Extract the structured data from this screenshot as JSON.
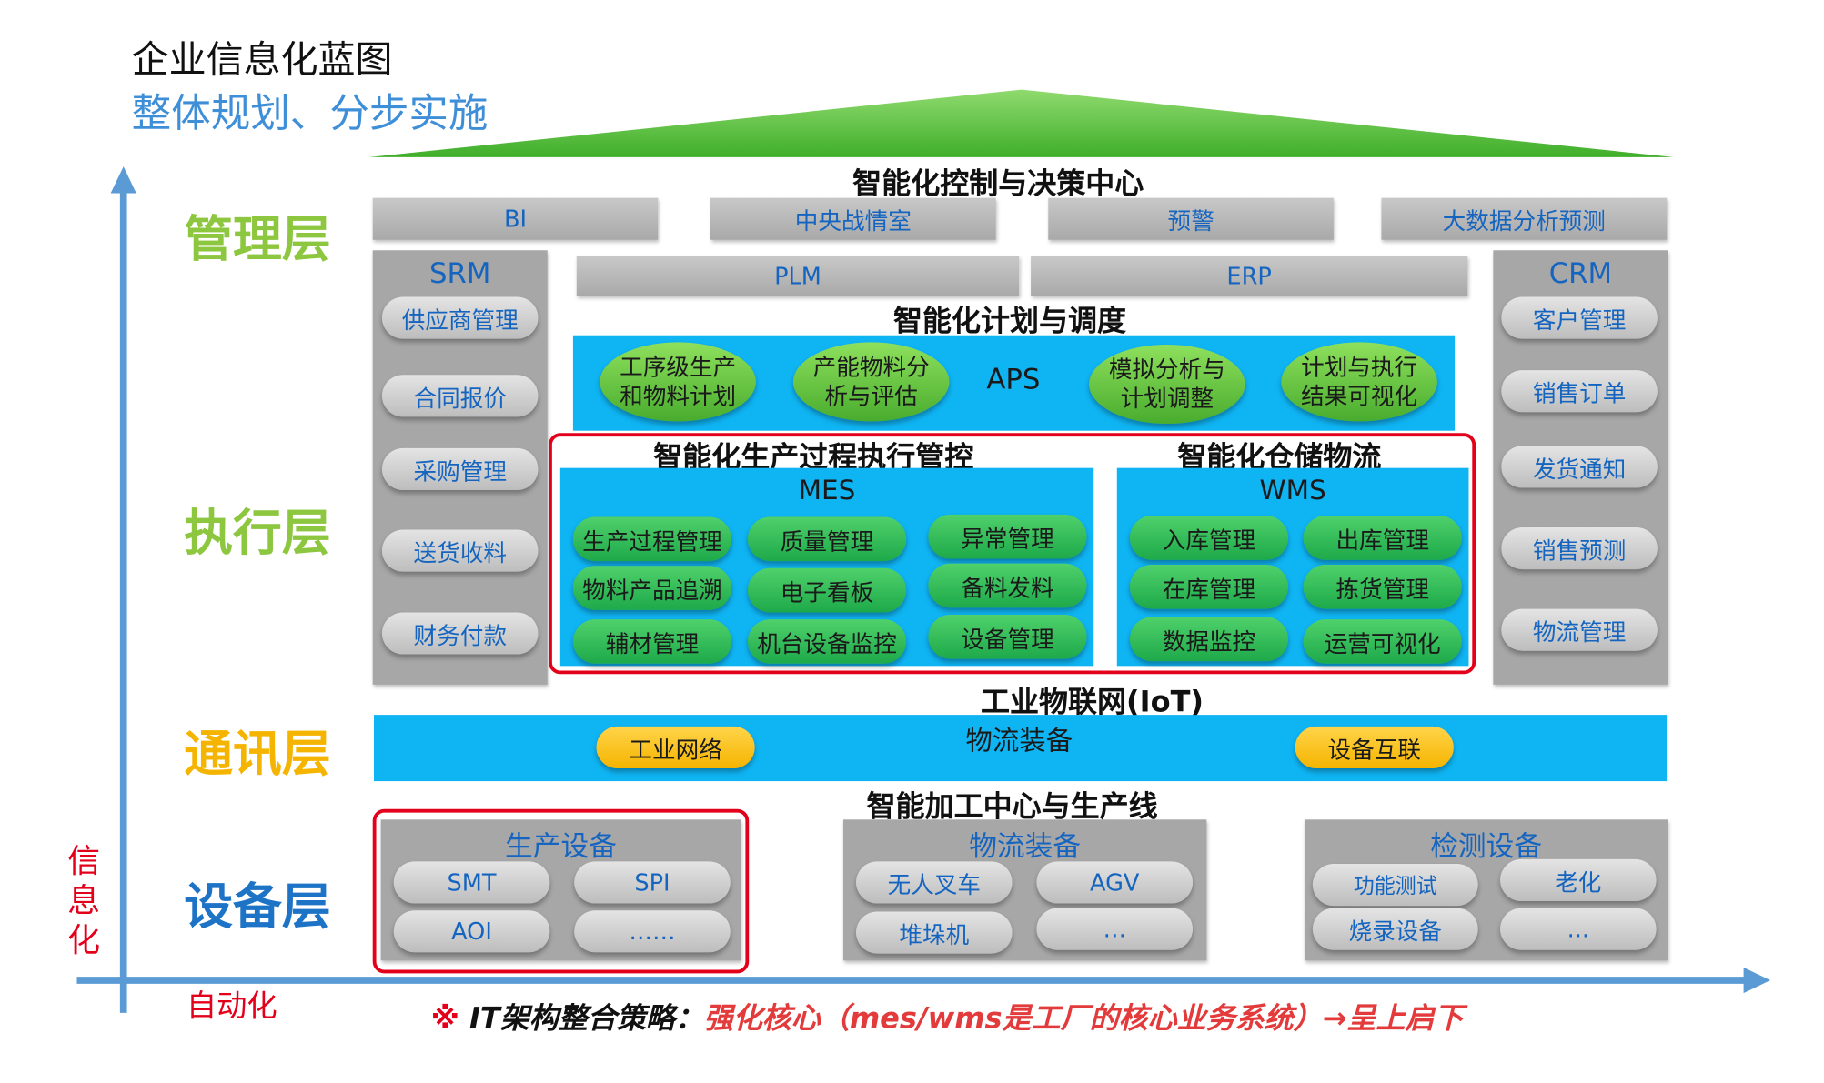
{
  "header": {
    "title": "企业信息化蓝图",
    "subtitle": "整体规划、分步实施"
  },
  "axes": {
    "y_label": [
      "信",
      "息",
      "化"
    ],
    "x_label": "自动化"
  },
  "layers": {
    "management": "管理层",
    "execution": "执行层",
    "communication": "通讯层",
    "equipment": "设备层"
  },
  "control_center": {
    "title": "智能化控制与决策中心",
    "items": [
      "BI",
      "中央战情室",
      "预警",
      "大数据分析预测"
    ]
  },
  "srm": {
    "title": "SRM",
    "items": [
      "供应商管理",
      "合同报价",
      "采购管理",
      "送货收料",
      "财务付款"
    ]
  },
  "crm": {
    "title": "CRM",
    "items": [
      "客户管理",
      "销售订单",
      "发货通知",
      "销售预测",
      "物流管理"
    ]
  },
  "plm": "PLM",
  "erp": "ERP",
  "planning": {
    "title": "智能化计划与调度",
    "center": "APS",
    "items": [
      "工序级生产和物料计划",
      "产能物料分析与评估",
      "模拟分析与计划调整",
      "计划与执行结果可视化"
    ]
  },
  "mes": {
    "section": "智能化生产过程执行管控",
    "title": "MES",
    "items": [
      "生产过程管理",
      "质量管理",
      "异常管理",
      "物料产品追溯",
      "电子看板",
      "备料发料",
      "辅材管理",
      "机台设备监控",
      "设备管理"
    ]
  },
  "wms": {
    "section": "智能化仓储物流",
    "title": "WMS",
    "items": [
      "入库管理",
      "出库管理",
      "在库管理",
      "拣货管理",
      "数据监控",
      "运营可视化"
    ]
  },
  "iot": {
    "title": "工业物联网(IoT)",
    "center": "物流装备",
    "left": "工业网络",
    "right": "设备互联"
  },
  "equipment": {
    "title": "智能加工中心与生产线",
    "production": {
      "title": "生产设备",
      "items": [
        "SMT",
        "SPI",
        "AOI",
        "……"
      ]
    },
    "logistics": {
      "title": "物流装备",
      "items": [
        "无人叉车",
        "AGV",
        "堆垛机",
        "…"
      ]
    },
    "inspection": {
      "title": "检测设备",
      "items": [
        "功能测试",
        "老化",
        "烧录设备",
        "..."
      ]
    }
  },
  "strategy": {
    "prefix": "※ IT架构整合策略：",
    "text": "强化核心（mes/wms是工厂的核心业务系统）→呈上启下"
  },
  "colors": {
    "axis_blue": "#5b9bd5",
    "accent_blue": "#0fb4f3",
    "pill_green": "#2ebd50",
    "oval_green": "#6cc644",
    "pill_yellow": "#f7bd16",
    "highlight_red": "#e3001b",
    "roof_green": "#5cc23c"
  }
}
